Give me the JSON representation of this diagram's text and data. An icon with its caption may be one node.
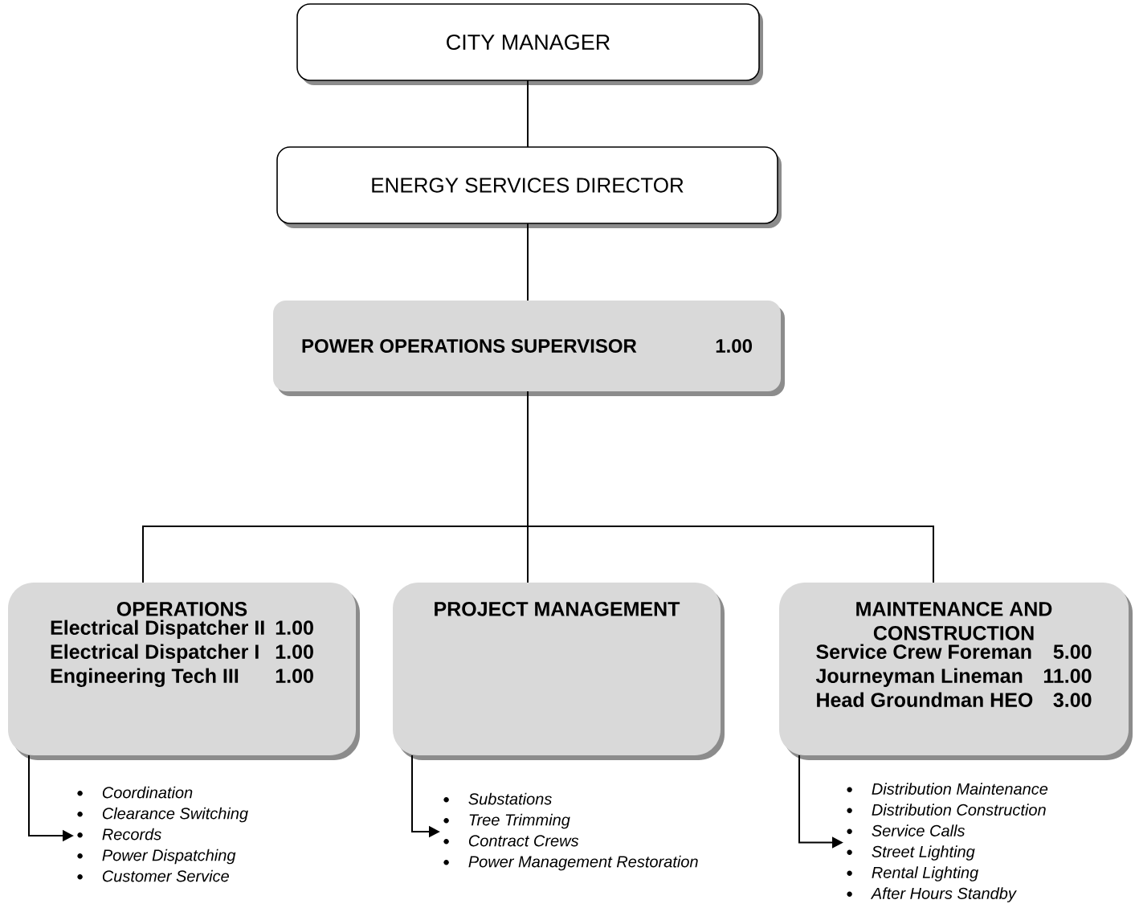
{
  "diagram": {
    "nodes": [
      {
        "text": [
          "CITY MANAGER"
        ]
      },
      {
        "text": [
          "ENERGY SERVICES DIRECTOR"
        ]
      },
      {
        "text": [
          "POWER OPERATIONS SUPERVISOR",
          "1.00"
        ]
      },
      {
        "text": [
          "OPERATIONS",
          "Electrical Dispatcher II",
          "1.00",
          "Electrical Dispatcher I",
          "1.00",
          "Engineering Tech III",
          "1.00"
        ]
      },
      {
        "text": [
          "PROJECT MANAGEMENT"
        ]
      },
      {
        "text": [
          "MAINTENANCE AND CONSTRUCTION",
          "Service Crew Foreman",
          "5.00",
          "Journeyman Lineman",
          "11.00",
          "Head Groundman HEO",
          "3.00"
        ]
      },
      {
        "text": [
          "Coordination",
          "Clearance Switching",
          "Records",
          "Power Dispatching",
          "Customer Service"
        ]
      },
      {
        "text": [
          "Substations",
          "Tree Trimming",
          "Contract Crews",
          "Power Management Restoration"
        ]
      },
      {
        "text": [
          "Distribution Maintenance",
          "Distribution Construction",
          "Service Calls",
          "Street Lighting",
          "Rental Lighting",
          "After Hours Standby"
        ]
      }
    ],
    "edges": [
      {
        "from": 0,
        "to": 1,
        "arrow": "none"
      },
      {
        "from": 1,
        "to": 2,
        "arrow": "none"
      },
      {
        "from": 2,
        "to": 3,
        "arrow": "none"
      },
      {
        "from": 2,
        "to": 4,
        "arrow": "none"
      },
      {
        "from": 2,
        "to": 5,
        "arrow": "none"
      },
      {
        "from": 3,
        "to": 6,
        "arrow": "to"
      },
      {
        "from": 4,
        "to": 7,
        "arrow": "to"
      },
      {
        "from": 5,
        "to": 8,
        "arrow": "to"
      }
    ]
  }
}
